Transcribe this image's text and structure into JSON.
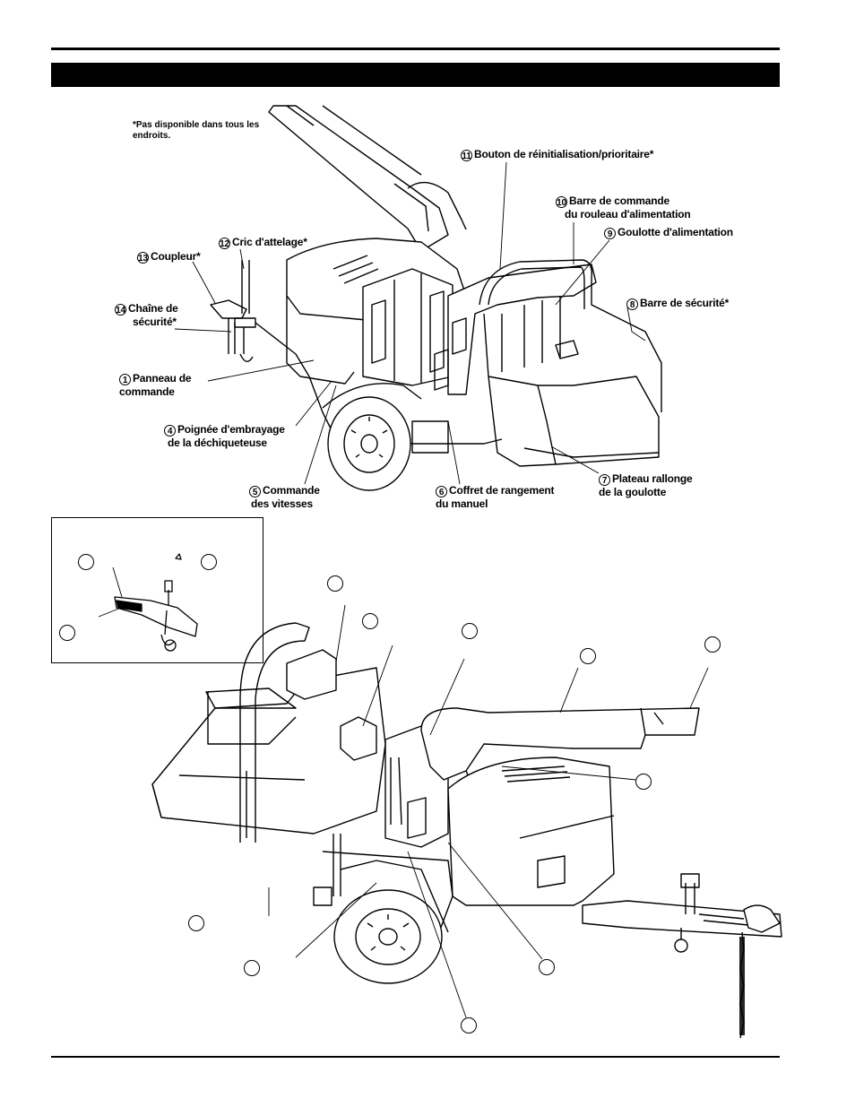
{
  "section_title": "",
  "availability_note": "*Pas disponible dans tous les endroits.",
  "top_labels": [
    {
      "number": "11",
      "text": "Bouton de réinitialisation/prioritaire*"
    },
    {
      "number": "10",
      "text": "Barre de commande",
      "text2": "du rouleau d'alimentation"
    },
    {
      "number": "9",
      "text": "Goulotte d'alimentation"
    },
    {
      "number": "12",
      "text": "Cric d'attelage*"
    },
    {
      "number": "13",
      "text": "Coupleur*"
    },
    {
      "number": "14",
      "text": "Chaîne de",
      "text2": "sécurité*"
    },
    {
      "number": "8",
      "text": "Barre de sécurité*"
    },
    {
      "number": "1",
      "text": "Panneau de",
      "text2": "commande"
    },
    {
      "number": "4",
      "text": "Poignée d'embrayage",
      "text2": "de la déchiqueteuse"
    },
    {
      "number": "5",
      "text": "Commande",
      "text2": "des vitesses"
    },
    {
      "number": "6",
      "text": "Coffret de rangement",
      "text2": "du manuel"
    },
    {
      "number": "7",
      "text": "Plateau rallonge",
      "text2": "de la goulotte"
    }
  ]
}
